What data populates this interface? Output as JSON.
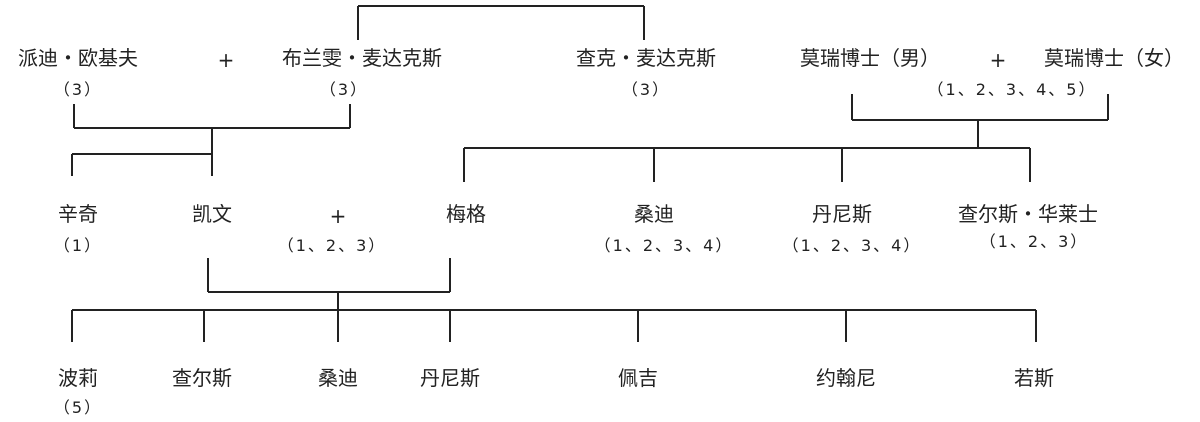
{
  "colors": {
    "line": "#222222",
    "text": "#222222",
    "background": "#ffffff"
  },
  "generation1": {
    "paddy": {
      "name": "派迪・欧基夫",
      "note": "（3）"
    },
    "plus_a": "+",
    "brigid": {
      "name": "布兰雯・麦达克斯",
      "note": "（3）"
    },
    "zach": {
      "name": "查克・麦达克斯",
      "note": "（3）"
    },
    "dr_murry_m": {
      "name": "莫瑞博士（男）"
    },
    "plus_b": "+",
    "dr_murry_f": {
      "name": "莫瑞博士（女）"
    },
    "murry_note": "（1、2、3、4、5）"
  },
  "generation2": {
    "chuck": {
      "name": "辛奇",
      "note": "（1）"
    },
    "calvin": {
      "name": "凯文"
    },
    "plus_c": "+",
    "couple_note": "（1、2、3）",
    "meg": {
      "name": "梅格"
    },
    "sandy": {
      "name": "桑迪",
      "note": "（1、2、3、4）"
    },
    "dennys": {
      "name": "丹尼斯",
      "note": "（1、2、3、4）"
    },
    "charles_wallace": {
      "name": "查尔斯・华莱士",
      "note": "（1、2、3）"
    }
  },
  "generation3": {
    "polly": {
      "name": "波莉",
      "note": "（5）"
    },
    "charles": {
      "name": "查尔斯"
    },
    "sandy2": {
      "name": "桑迪"
    },
    "dennys2": {
      "name": "丹尼斯"
    },
    "peggy": {
      "name": "佩吉"
    },
    "johnny": {
      "name": "约翰尼"
    },
    "rosy": {
      "name": "若斯"
    }
  }
}
